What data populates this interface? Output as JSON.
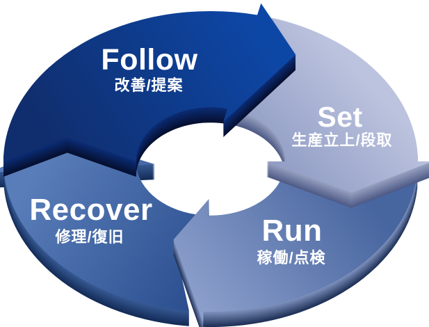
{
  "diagram": {
    "kind": "cycle",
    "direction": "clockwise",
    "background_color": "#ffffff",
    "text_color": "#ffffff"
  },
  "segments": [
    {
      "name": "follow",
      "label": "Follow",
      "sublabel": "改善/提案",
      "top_colors": [
        "#0d47a6",
        "#102e6e"
      ],
      "side_colors": [
        "#0c2d77",
        "#050f2e"
      ]
    },
    {
      "name": "set",
      "label": "Set",
      "sublabel": "生産立上/段取",
      "top_colors": [
        "#bcc3de",
        "#8b98c2"
      ],
      "side_colors": [
        "#99a2c2",
        "#4e5b86"
      ]
    },
    {
      "name": "run",
      "label": "Run",
      "sublabel": "稼働/点検",
      "top_colors": [
        "#47659f",
        "#8da0cc"
      ],
      "side_colors": [
        "#8194c0",
        "#1d2f55"
      ]
    },
    {
      "name": "recover",
      "label": "Recover",
      "sublabel": "修理/復旧",
      "top_colors": [
        "#597db8",
        "#2b4e8f"
      ],
      "side_colors": [
        "#375a94",
        "#132b57"
      ]
    }
  ]
}
